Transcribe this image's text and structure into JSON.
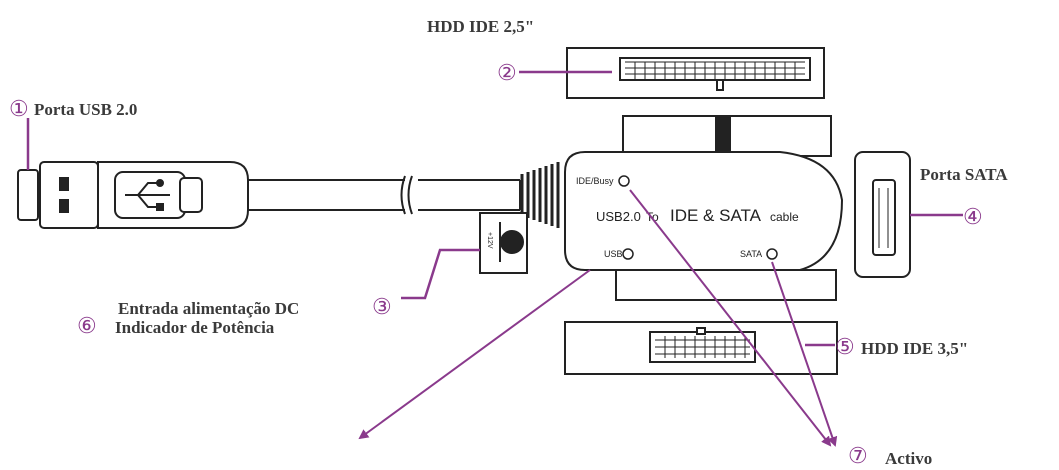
{
  "labels": {
    "hdd_25": "HDD IDE 2,5\"",
    "usb_port": "Porta USB 2.0",
    "sata_port": "Porta SATA",
    "dc_input": "Entrada alimentação DC",
    "hdd_35": "HDD IDE 3,5\"",
    "power_indicator": "Indicador de Potência",
    "active": "Activo"
  },
  "numbers": {
    "n1": "①",
    "n2": "②",
    "n3": "③",
    "n4": "④",
    "n5": "⑤",
    "n6": "⑥",
    "n7": "⑦"
  },
  "device": {
    "ide_busy": "IDE/Busy",
    "title_prefix": "USB2.0",
    "title_to": "To",
    "title_main": "IDE & SATA",
    "title_suffix": "cable",
    "usb_led": "USB",
    "sata_led": "SATA",
    "dc_mark": "+12V"
  },
  "colors": {
    "accent": "#8a3a8c",
    "line": "#222222",
    "text": "#3a3a3a"
  }
}
